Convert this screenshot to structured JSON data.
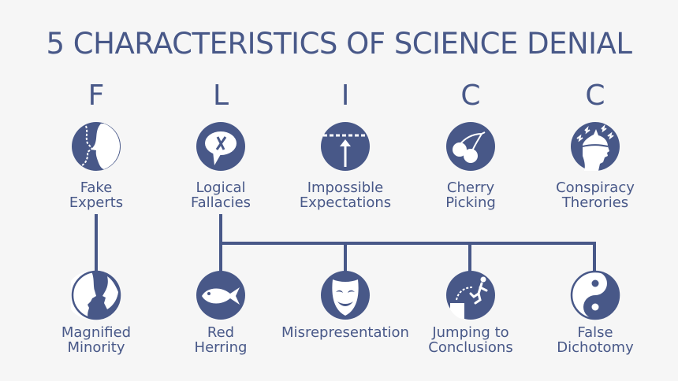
{
  "title": "5 CHARACTERISTICS OF SCIENCE DENIAL",
  "colors": {
    "primary": "#485888",
    "background": "#f6f6f6",
    "icon_fill": "#ffffff"
  },
  "characteristics": [
    {
      "letter": "F",
      "label_line1": "Fake",
      "label_line2": "Experts",
      "icon": "face-profile-dashed-icon"
    },
    {
      "letter": "L",
      "label_line1": "Logical",
      "label_line2": "Fallacies",
      "icon": "speech-bubble-x-icon"
    },
    {
      "letter": "I",
      "label_line1": "Impossible",
      "label_line2": "Expectations",
      "icon": "arrow-to-dashed-line-icon"
    },
    {
      "letter": "C",
      "label_line1": "Cherry",
      "label_line2": "Picking",
      "icon": "cherries-icon"
    },
    {
      "letter": "C",
      "label_line1": "Conspiracy",
      "label_line2": "Therories",
      "icon": "head-lightning-icon"
    }
  ],
  "sub_items": [
    {
      "label_line1": "Magnified",
      "label_line2": "Minority",
      "parent": "Fake Experts",
      "icon": "two-faces-icon"
    },
    {
      "label_line1": "Red",
      "label_line2": "Herring",
      "parent": "Logical Fallacies",
      "icon": "fish-icon"
    },
    {
      "label_line1": "Misrepresentation",
      "label_line2": "",
      "parent": "Logical Fallacies",
      "icon": "mask-icon"
    },
    {
      "label_line1": "Jumping to",
      "label_line2": "Conclusions",
      "parent": "Logical Fallacies",
      "icon": "jumping-person-icon"
    },
    {
      "label_line1": "False",
      "label_line2": "Dichotomy",
      "parent": "Logical Fallacies",
      "icon": "yin-yang-icon"
    }
  ]
}
